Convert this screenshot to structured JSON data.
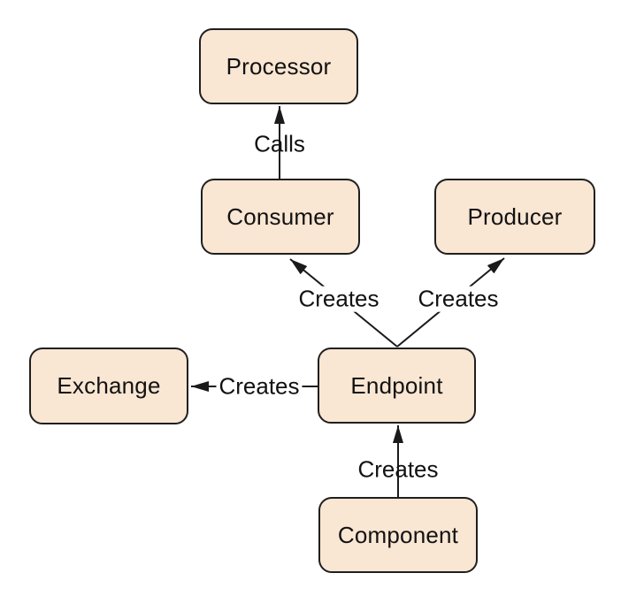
{
  "colors": {
    "background": "#ffffff",
    "node_fill": "#f9e6d3",
    "node_border": "#1f1f1f",
    "edge_line": "#1a1a1a",
    "text": "#121212"
  },
  "nodes": [
    {
      "id": "processor",
      "label": "Processor"
    },
    {
      "id": "consumer",
      "label": "Consumer"
    },
    {
      "id": "producer",
      "label": "Producer"
    },
    {
      "id": "exchange",
      "label": "Exchange"
    },
    {
      "id": "endpoint",
      "label": "Endpoint"
    },
    {
      "id": "component",
      "label": "Component"
    }
  ],
  "edges": [
    {
      "id": "consumer-calls-processor",
      "label": "Calls",
      "from": "Consumer",
      "to": "Processor"
    },
    {
      "id": "endpoint-creates-consumer",
      "label": "Creates",
      "from": "Endpoint",
      "to": "Consumer"
    },
    {
      "id": "endpoint-creates-producer",
      "label": "Creates",
      "from": "Endpoint",
      "to": "Producer"
    },
    {
      "id": "endpoint-creates-exchange",
      "label": "Creates",
      "from": "Endpoint",
      "to": "Exchange"
    },
    {
      "id": "component-creates-endpoint",
      "label": "Creates",
      "from": "Component",
      "to": "Endpoint"
    }
  ]
}
